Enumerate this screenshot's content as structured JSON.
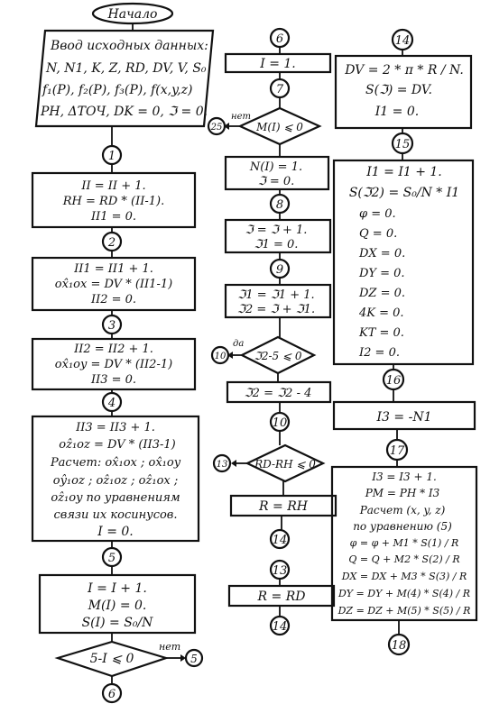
{
  "start_label": "Начало",
  "left": {
    "input_lines": [
      "Ввод исходных данных:",
      "N, N1, K, Z, RD, DV, V, S₀",
      "f₁(P), f₂(P), f₃(P), f(x,y,z)",
      "PH, ΔTOЧ, DK = 0, ℑ = 0."
    ],
    "n1": "1",
    "b1": [
      "II = II + 1.",
      "RH = RD * (II-1).",
      "II1 = 0."
    ],
    "n2": "2",
    "b2": [
      "II1 = II1 + 1.",
      "ox̂₁ox = DV * (II1-1)",
      "II2 = 0."
    ],
    "n3": "3",
    "b3": [
      "II2 = II2 + 1.",
      "ox̂₁oy = DV * (II2-1)",
      "II3 = 0."
    ],
    "n4": "4",
    "b4": [
      "II3 = II3 + 1.",
      "oẑ₁oz = DV * (II3-1)",
      "Расчет: ox̂₁ox ; ox̂₁oy",
      "oŷ₁oz ; oẑ₁oz ; oẑ₁ox ;",
      "oẑ₁oy по уравнениям",
      "связи их косинусов.",
      "I = 0."
    ],
    "n5": "5",
    "b5": [
      "I = I + 1.",
      "M(I) = 0.",
      "S(I) = S₀/N"
    ],
    "d5": "5-I ⩽ 0",
    "d5_no": "нет",
    "d5_no_target": "5",
    "n6": "6"
  },
  "mid": {
    "n6": "6",
    "b6": [
      "I = 1."
    ],
    "n7": "7",
    "d7": "M(I) ⩽ 0",
    "d7_no": "нет",
    "d7_no_target": "25",
    "b7": [
      "N(I) = 1.",
      "ℑ = 0."
    ],
    "n8": "8",
    "b8": [
      "ℑ = ℑ + 1.",
      "ℑ1 = 0."
    ],
    "n9": "9",
    "b9": [
      "ℑ1 = ℑ1 + 1.",
      "ℑ2 = ℑ + ℑ1."
    ],
    "d9": "ℑ2-5 ⩽ 0",
    "d9_yes": "да",
    "d9_yes_target": "10",
    "b9b": [
      "ℑ2 = ℑ2 - 4"
    ],
    "n10": "10",
    "d10": "RD-RH ⩽ 0",
    "d10_target": "13",
    "b10": [
      "R = RH"
    ],
    "n14a": "14",
    "n13": "13",
    "b13": [
      "R = RD"
    ],
    "n14b": "14"
  },
  "right": {
    "n14": "14",
    "b14": [
      "DV = 2 * π * R / N.",
      "S(ℑ) = DV.",
      "I1 = 0."
    ],
    "n15": "15",
    "b15": [
      "I1 = I1 + 1.",
      "S(ℑ2) = S₀/N * I1",
      "φ = 0.",
      "Q = 0.",
      "DX = 0.",
      "DY = 0.",
      "DZ = 0.",
      "4K = 0.",
      "KT = 0.",
      "I2 = 0."
    ],
    "n16": "16",
    "b16": [
      "I3 = -N1"
    ],
    "n17": "17",
    "b17": [
      "I3 = I3 + 1.",
      "PM = PH * I3",
      "Расчет (x, y, z)",
      "по уравнению (5)",
      "φ = φ + M1 * S(1) / R",
      "Q = Q + M2 * S(2) / R",
      "DX = DX + M3 * S(3) / R",
      "DY = DY + M(4) * S(4) / R",
      "DZ = DZ + M(5) * S(5) / R"
    ],
    "n18": "18"
  }
}
